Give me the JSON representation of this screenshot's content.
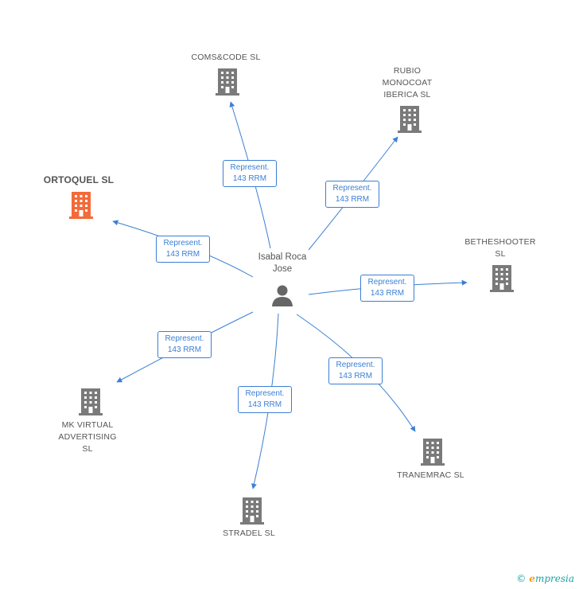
{
  "center": {
    "label": "Isabal Roca\nJose"
  },
  "relation": {
    "line1": "Represent.",
    "line2": "143 RRM"
  },
  "companies": [
    {
      "id": "comscode",
      "label": "COMS&CODE SL",
      "highlight": false
    },
    {
      "id": "rubio",
      "label": "RUBIO\nMONOCOAT\nIBERICA  SL",
      "highlight": false
    },
    {
      "id": "ortoquel",
      "label": "ORTOQUEL SL",
      "highlight": true
    },
    {
      "id": "betheshooter",
      "label": "BETHESHOOTER\nSL",
      "highlight": false
    },
    {
      "id": "mkvirtual",
      "label": "MK VIRTUAL\nADVERTISING\nSL",
      "highlight": false
    },
    {
      "id": "tranemrac",
      "label": "TRANEMRAC SL",
      "highlight": false
    },
    {
      "id": "stradel",
      "label": "STRADEL SL",
      "highlight": false
    }
  ],
  "colors": {
    "edge": "#3b7fd4",
    "building": "#7a7a7a",
    "highlight": "#f26b3a",
    "person": "#666666"
  },
  "footer": {
    "copyright": "©",
    "brand_first": "e",
    "brand_rest": "mpresia"
  }
}
